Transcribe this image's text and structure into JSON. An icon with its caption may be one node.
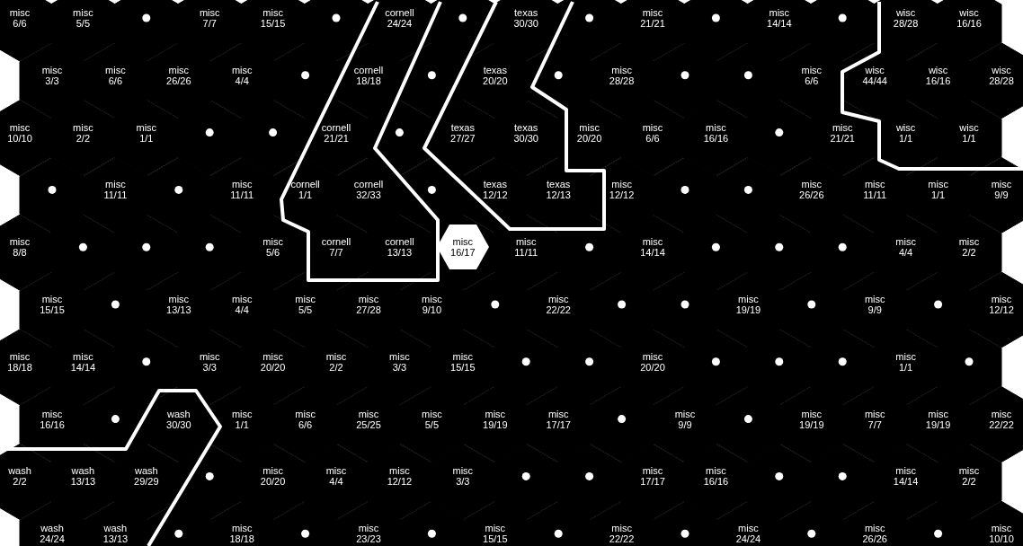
{
  "diagram": {
    "nodes": [
      {
        "text": [
          "misc 16/17"
        ]
      }
    ],
    "labels": [
      "misc 6/6",
      "misc 5/5",
      "misc 7/7",
      "misc 15/15",
      "cornell 24/24",
      "texas 30/30",
      "misc 21/21",
      "misc 14/14",
      "wisc 28/28",
      "wisc 16/16",
      "misc 3/3",
      "misc 6/6",
      "misc 26/26",
      "misc 4/4",
      "cornell 18/18",
      "texas 20/20",
      "misc 28/28",
      "misc 6/6",
      "wisc 44/44",
      "wisc 16/16",
      "wisc 28/28",
      "misc 10/10",
      "misc 2/2",
      "misc 1/1",
      "cornell 21/21",
      "texas 27/27",
      "texas 30/30",
      "misc 20/20",
      "misc 6/6",
      "misc 16/16",
      "misc 21/21",
      "wisc 1/1",
      "wisc 1/1",
      "misc 11/11",
      "misc 11/11",
      "cornell 1/1",
      "cornell 32/33",
      "texas 12/12",
      "texas 12/13",
      "misc 12/12",
      "misc 26/26",
      "misc 11/11",
      "misc 1/1",
      "misc 9/9",
      "misc 8/8",
      "misc 5/6",
      "cornell 7/7",
      "cornell 13/13",
      "misc 11/11",
      "misc 14/14",
      "misc 4/4",
      "misc 2/2",
      "misc 15/15",
      "misc 13/13",
      "misc 4/4",
      "misc 5/5",
      "misc 27/28",
      "misc 9/10",
      "misc 22/22",
      "misc 19/19",
      "misc 9/9",
      "misc 12/12",
      "misc 18/18",
      "misc 14/14",
      "misc 3/3",
      "misc 20/20",
      "misc 2/2",
      "misc 3/3",
      "misc 15/15",
      "misc 20/20",
      "misc 1/1",
      "misc 16/16",
      "wash 30/30",
      "misc 1/1",
      "misc 6/6",
      "misc 25/25",
      "misc 5/5",
      "misc 19/19",
      "misc 17/17",
      "misc 9/9",
      "misc 19/19",
      "misc 7/7",
      "misc 19/19",
      "misc 22/22",
      "wash 2/2",
      "wash 13/13",
      "wash 29/29",
      "misc 20/20",
      "misc 4/4",
      "misc 12/12",
      "misc 3/3",
      "misc 17/17",
      "misc 16/16",
      "misc 14/14",
      "misc 2/2",
      "wash 24/24",
      "wash 13/13",
      "misc 18/18",
      "misc 23/23",
      "misc 15/15",
      "misc 22/22",
      "misc 24/24",
      "misc 26/26",
      "misc 10/10"
    ]
  }
}
